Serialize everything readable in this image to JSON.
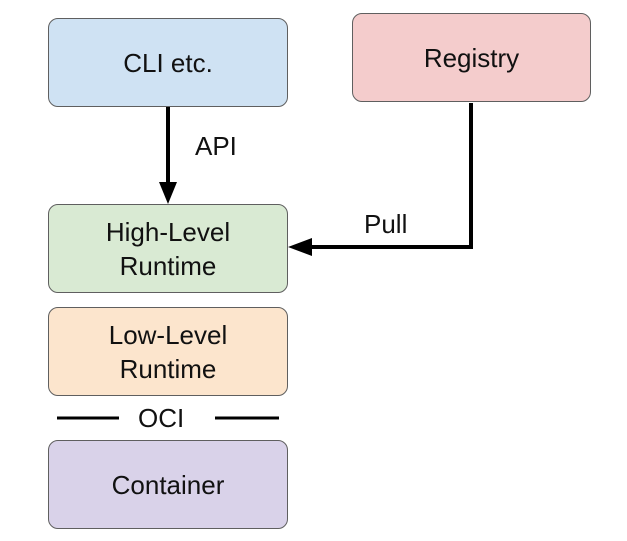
{
  "boxes": {
    "cli": {
      "text": "CLI etc.",
      "fill": "#cfe2f3"
    },
    "registry": {
      "text": "Registry",
      "fill": "#f4cccc"
    },
    "high_level": {
      "line1": "High-Level",
      "line2": "Runtime",
      "fill": "#d9ead3"
    },
    "low_level": {
      "line1": "Low-Level",
      "line2": "Runtime",
      "fill": "#fce5cd"
    },
    "container": {
      "text": "Container",
      "fill": "#d9d2e9"
    }
  },
  "edges": {
    "api_label": "API",
    "pull_label": "Pull",
    "oci_label": "OCI"
  },
  "colors": {
    "stroke": "#000000",
    "border": "#5f5f5f"
  }
}
